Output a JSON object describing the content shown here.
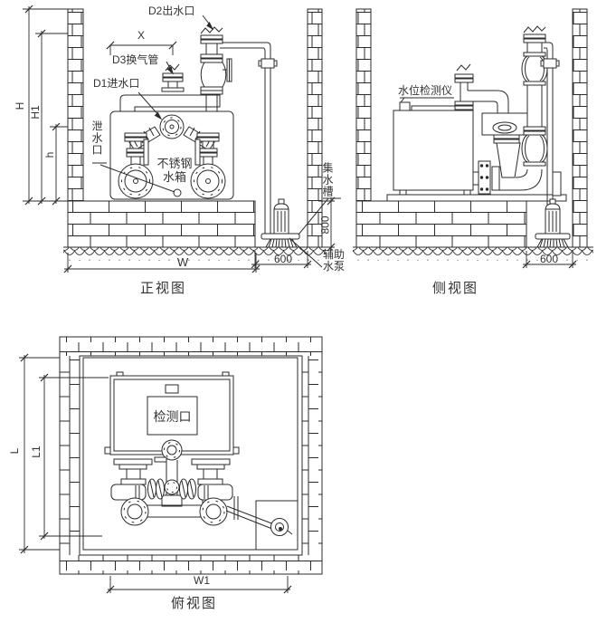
{
  "colors": {
    "line": "#2b2b2b",
    "text": "#333333",
    "background": "#ffffff"
  },
  "views": {
    "front": {
      "caption": "正视图",
      "labels": {
        "d2_outlet": "D2出水口",
        "dim_x": "X",
        "d3_vent": "D3换气管",
        "d1_inlet": "D1进水口",
        "drain": "泄水口",
        "tank": "不锈钢\n水箱",
        "dim_h": "H",
        "dim_h1": "H1",
        "dim_h_small": "h",
        "dim_w": "W",
        "dim_600": "600",
        "dim_800": "800",
        "sump": "集水槽",
        "aux_pump": "辅助\n水泵"
      }
    },
    "side": {
      "caption": "侧视图",
      "labels": {
        "level_detector": "水位检测仪",
        "dim_600": "600"
      }
    },
    "top": {
      "caption": "俯视图",
      "labels": {
        "inspection": "检测口",
        "dim_l": "L",
        "dim_l1": "L1",
        "dim_w1": "W1"
      }
    }
  }
}
